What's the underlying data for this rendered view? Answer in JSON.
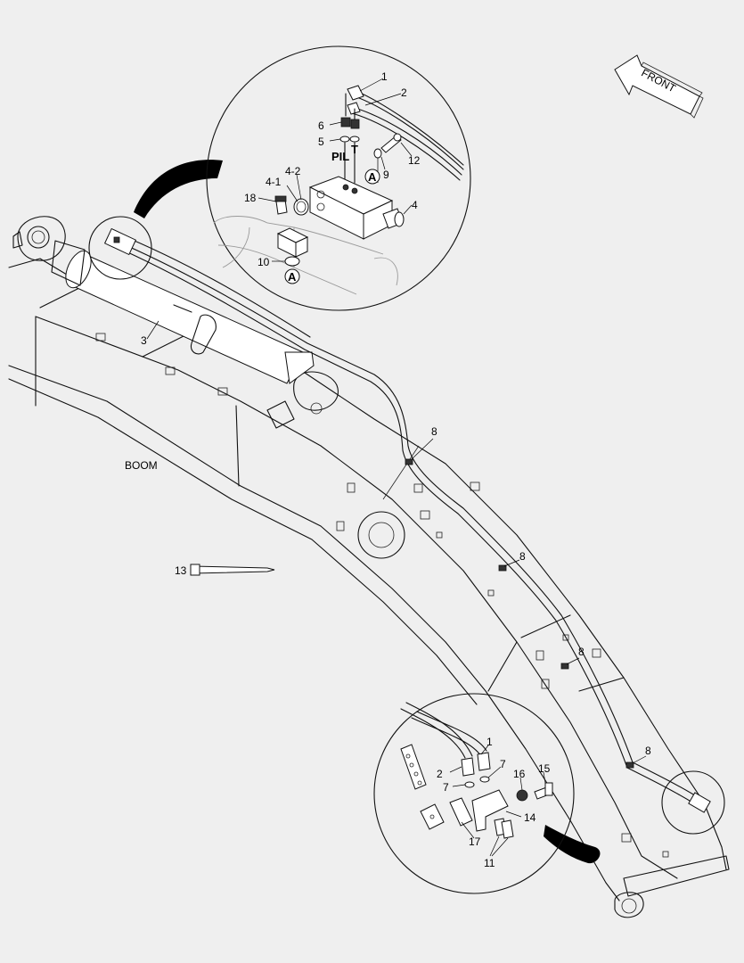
{
  "direction": {
    "label": "FRONT"
  },
  "boom_label": "BOOM",
  "detail_ref": "A",
  "port_labels": {
    "pilot": "PIL",
    "tank": "T"
  },
  "callouts_main": {
    "c3": "3",
    "c8a": "8",
    "c8b": "8",
    "c8c": "8",
    "c8d": "8",
    "c13": "13"
  },
  "callouts_upper": {
    "c1": "1",
    "c2": "2",
    "c6": "6",
    "c5": "5",
    "c12": "12",
    "c9": "9",
    "c4_1": "4-1",
    "c4_2": "4-2",
    "c18": "18",
    "c4": "4",
    "c10": "10"
  },
  "callouts_lower": {
    "c1": "1",
    "c2": "2",
    "c7a": "7",
    "c7b": "7",
    "c16": "16",
    "c15": "15",
    "c14": "14",
    "c17": "17",
    "c11": "11"
  }
}
